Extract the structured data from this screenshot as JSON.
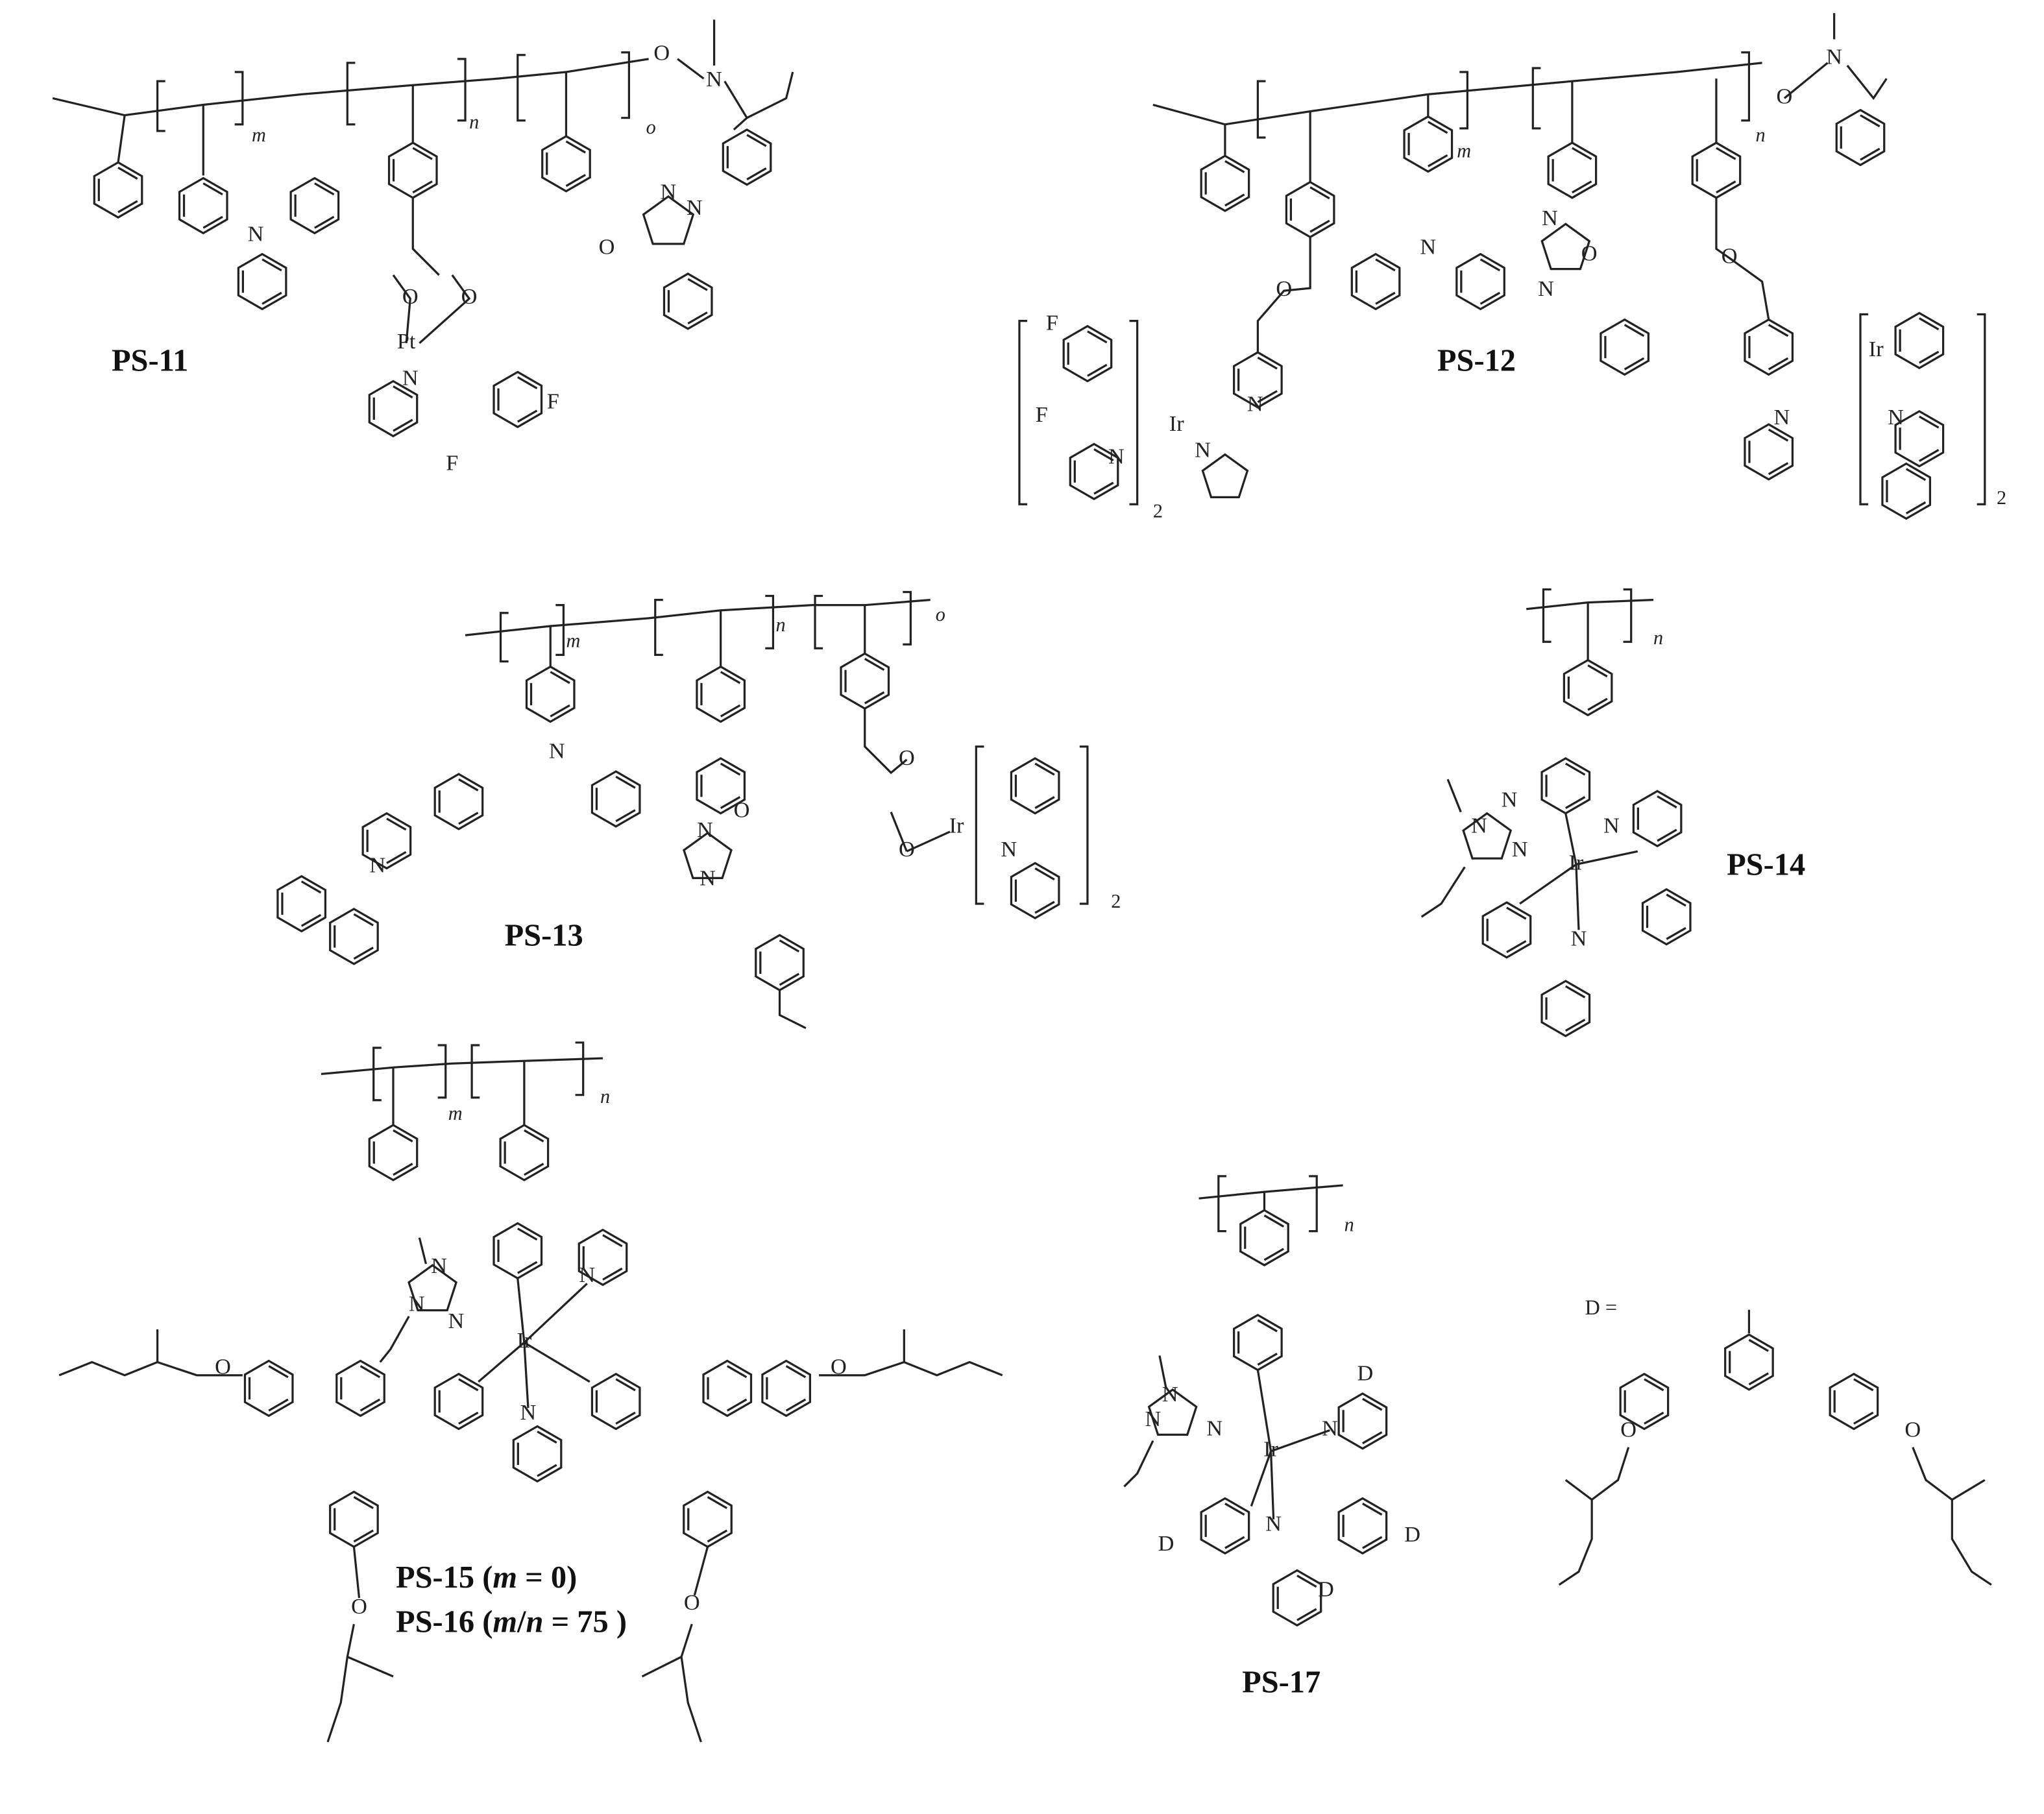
{
  "compounds": [
    {
      "id": "ps11",
      "label": "PS-11",
      "atoms": [
        "N",
        "O",
        "N",
        "O",
        "O",
        "Pt",
        "N",
        "F",
        "F",
        "N",
        "N",
        "O"
      ],
      "subscripts": [
        "m",
        "n",
        "o"
      ]
    },
    {
      "id": "ps12",
      "label": "PS-12",
      "atoms": [
        "O",
        "N",
        "N",
        "N",
        "N",
        "O",
        "O",
        "O",
        "F",
        "F",
        "Ir",
        "N",
        "N",
        "N",
        "Ir",
        "N",
        "N"
      ],
      "subscripts": [
        "m",
        "n",
        "2",
        "2"
      ]
    },
    {
      "id": "ps13",
      "label": "PS-13",
      "atoms": [
        "N",
        "N",
        "N",
        "N",
        "O",
        "O",
        "O",
        "Ir",
        "N"
      ],
      "subscripts": [
        "m",
        "n",
        "o",
        "2"
      ]
    },
    {
      "id": "ps14",
      "label": "PS-14",
      "atoms": [
        "N",
        "N",
        "N",
        "Ir",
        "N",
        "N"
      ],
      "subscripts": [
        "n"
      ]
    },
    {
      "id": "ps15",
      "label_lines": [
        [
          "PS-15 (",
          "m",
          " = 0)"
        ],
        [
          "PS-16 (",
          "m",
          "/",
          "n",
          " = 75 )"
        ]
      ],
      "atoms": [
        "N",
        "N",
        "N",
        "Ir",
        "N",
        "N",
        "O",
        "O",
        "O",
        "O"
      ],
      "subscripts": [
        "m",
        "n"
      ]
    },
    {
      "id": "ps17",
      "label": "PS-17",
      "atoms": [
        "N",
        "N",
        "N",
        "Ir",
        "N",
        "N",
        "D",
        "D",
        "D",
        "D"
      ],
      "subscripts": [
        "n"
      ]
    },
    {
      "id": "dendron",
      "label": "D =",
      "atoms": [
        "O",
        "O"
      ]
    }
  ]
}
